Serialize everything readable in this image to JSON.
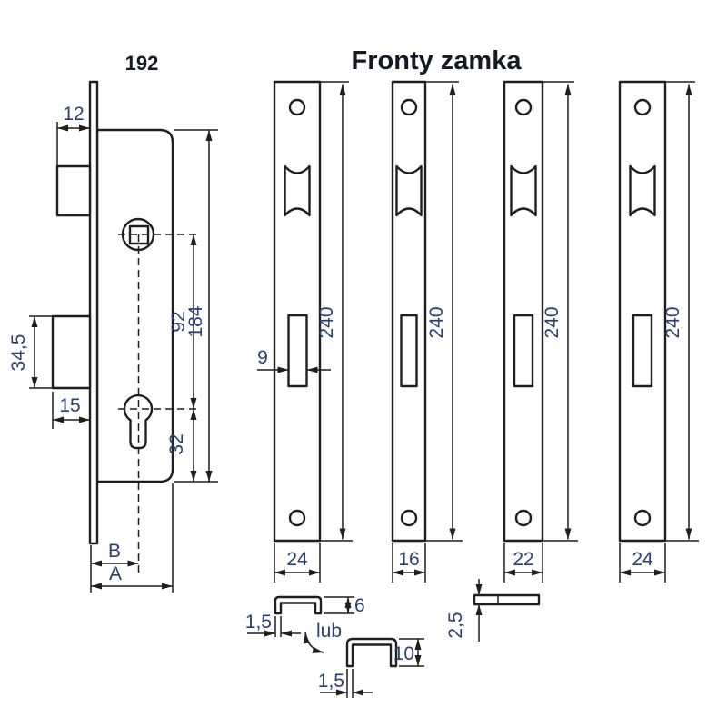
{
  "titles": {
    "model": "192",
    "fronts": "Fronty zamka"
  },
  "lock": {
    "dim_flange": "12",
    "dim_bolt_height": "34,5",
    "dim_bolt_depth": "15",
    "dim_spindle_to_cylinder": "92",
    "dim_case_height": "184",
    "dim_cylinder_to_bottom": "32",
    "dim_backset": "B",
    "dim_depth": "A"
  },
  "faceplates": [
    {
      "height_label": "240",
      "width_label": "24",
      "slot_width_label": "9"
    },
    {
      "height_label": "240",
      "width_label": "16"
    },
    {
      "height_label": "240",
      "width_label": "22"
    },
    {
      "height_label": "240",
      "width_label": "24"
    }
  ],
  "profiles": {
    "p1_height": "6",
    "p1_thickness": "1,5",
    "or_label": "lub",
    "p2_height": "10",
    "p2_thickness": "1,5",
    "p3_thickness": "2,5"
  },
  "colors": {
    "line": "#1f1f1f",
    "dimension_text": "#2a4173",
    "title_text": "#141a23",
    "background": "#ffffff"
  }
}
